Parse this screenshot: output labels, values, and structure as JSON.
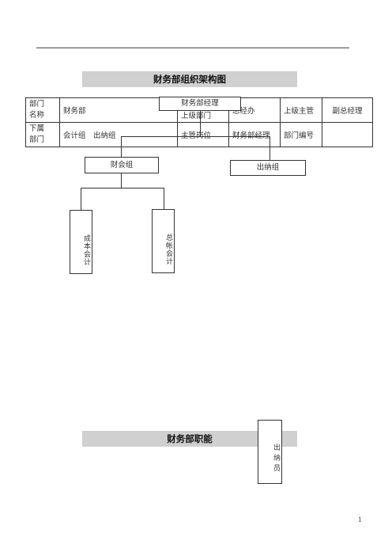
{
  "org_chart": {
    "title": "财务部组织架构图",
    "table": {
      "row1": {
        "dept_name_label": "部门\n名称",
        "dept_name": "财务部",
        "superior_dept_label": "上级部门",
        "superior_dept": "总经办",
        "superior_manager_label": "上级主管",
        "superior_manager": "副总经理"
      },
      "row2": {
        "sub_dept_label": "下属\n部门",
        "sub_depts": "会计组　出纳组",
        "position_label": "主管岗位",
        "position": "财务部经理",
        "dept_code_label": "部门编号",
        "dept_code": ""
      }
    },
    "nodes": {
      "manager": "财务部经理",
      "accounting_group": "财会组",
      "cashier_group": "出纳组",
      "cost_accountant": "成本会计",
      "general_accountant": "总帐会计",
      "cashier": "出纳员"
    }
  },
  "functions": {
    "title": "财务部职能"
  },
  "page_number": "1"
}
